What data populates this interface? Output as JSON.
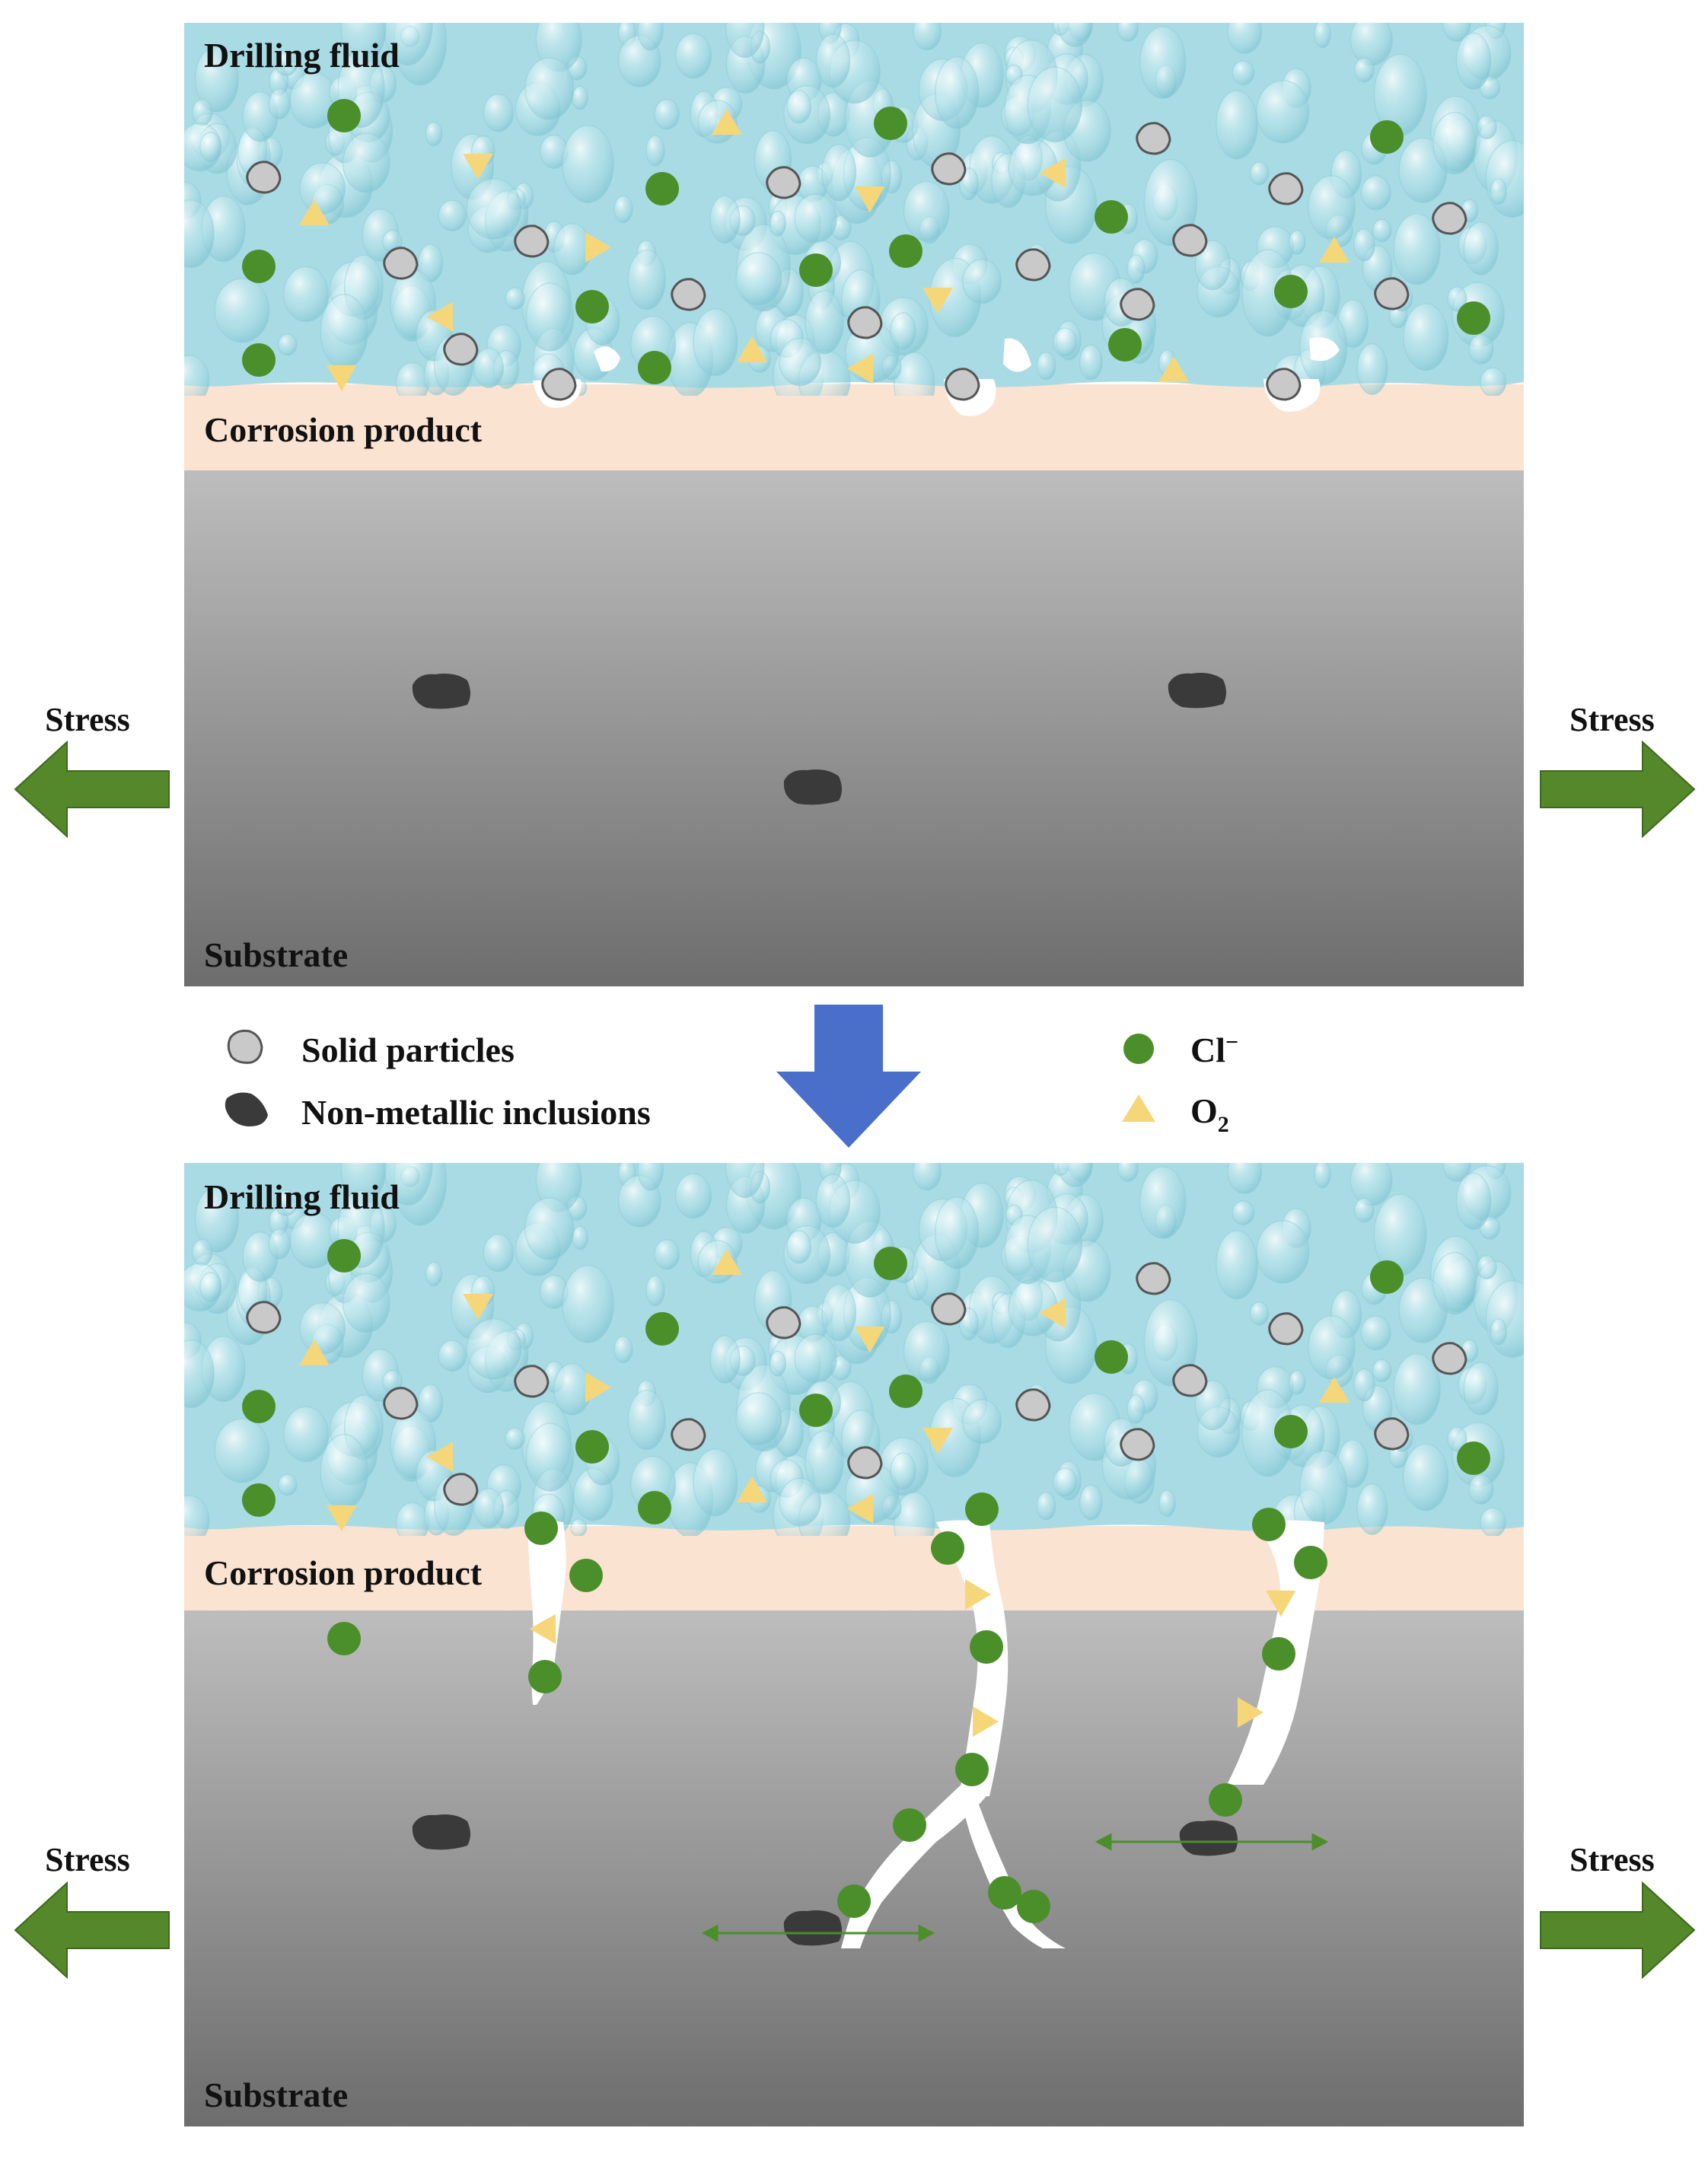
{
  "panels": [
    {
      "id": "before",
      "fluid_label": "Drilling fluid",
      "corrosion_label": "Corrosion product",
      "substrate_label": "Substrate",
      "stress_left": "Stress",
      "stress_right": "Stress"
    },
    {
      "id": "after",
      "fluid_label": "Drilling fluid",
      "corrosion_label": "Corrosion product",
      "substrate_label": "Substrate",
      "stress_left": "Stress",
      "stress_right": "Stress"
    }
  ],
  "legend": {
    "solid_particles": "Solid particles",
    "inclusions": "Non-metallic inclusions",
    "chloride": "Cl",
    "chloride_sup": "−",
    "oxygen": "O",
    "oxygen_sub": "2"
  },
  "colors": {
    "fluid": "#a9dbe4",
    "corrosion": "#fbe3d2",
    "substrate_top": "#bdbdbd",
    "substrate_bottom": "#6d6d6d",
    "chloride": "#4b8f2a",
    "oxygen": "#f5d77a",
    "particle": "#c9c9c9",
    "inclusion": "#3a3a3a",
    "stress_arrow": "#54882a",
    "transition_arrow": "#4a6fcb"
  },
  "icons": {
    "stress": "block-arrow",
    "transition": "down-arrow",
    "chloride": "circle",
    "oxygen": "triangle",
    "particle": "rounded-polygon",
    "inclusion": "irregular-blob"
  }
}
